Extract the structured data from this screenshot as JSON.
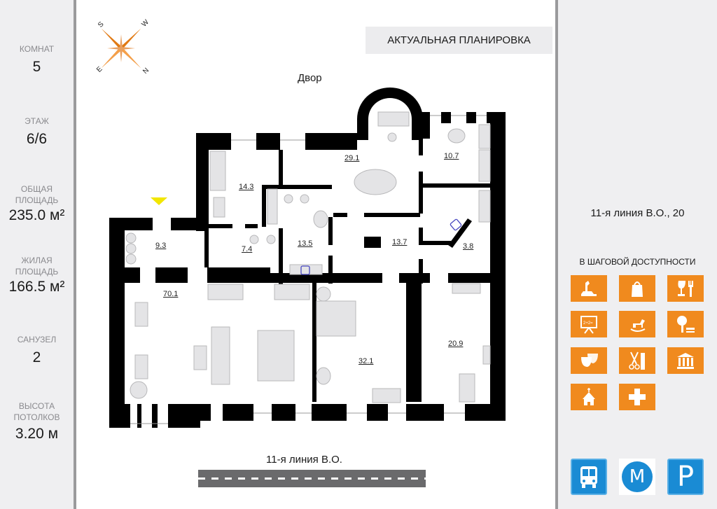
{
  "stats": [
    {
      "label": "КОМНАТ",
      "value": "5"
    },
    {
      "label": "ЭТАЖ",
      "value": "6/6"
    },
    {
      "label": "ОБЩАЯ ПЛОЩАДЬ",
      "label_lines": [
        "ОБЩАЯ",
        "ПЛОЩАДЬ"
      ],
      "value": "235.0 м²"
    },
    {
      "label": "ЖИЛАЯ ПЛОЩАДЬ",
      "label_lines": [
        "ЖИЛАЯ",
        "ПЛОЩАДЬ"
      ],
      "value": "166.5 м²"
    },
    {
      "label": "САНУЗЕЛ",
      "value": "2"
    },
    {
      "label": "ВЫСОТА ПОТОЛКОВ",
      "label_lines": [
        "ВЫСОТА",
        "ПОТОЛКОВ"
      ],
      "value": "3.20 м"
    }
  ],
  "header": {
    "plan_title": "АКТУАЛЬНАЯ ПЛАНИРОВКА"
  },
  "compass": {
    "labels": {
      "top_left": "S",
      "top_right": "W",
      "bottom_left": "E",
      "bottom_right": "N"
    }
  },
  "plan": {
    "courtyard_label": "Двор",
    "street_label": "11-я линия В.О.",
    "rooms": [
      {
        "area": "14.3"
      },
      {
        "area": "29.1"
      },
      {
        "area": "10.7"
      },
      {
        "area": "9.3"
      },
      {
        "area": "7.4"
      },
      {
        "area": "13.5"
      },
      {
        "area": "13.7"
      },
      {
        "area": "3.8"
      },
      {
        "area": "70.1"
      },
      {
        "area": "32.1"
      },
      {
        "area": "20.9"
      }
    ]
  },
  "info": {
    "address": "11-я линия В.О., 20",
    "nearby_title": "В ШАГОВОЙ ДОСТУПНОСТИ",
    "nearby_icons": [
      "monument-icon",
      "shopping-bag-icon",
      "restaurant-icon",
      "school-icon",
      "kindergarten-icon",
      "park-icon",
      "theater-icon",
      "hair-salon-icon",
      "museum-icon",
      "church-icon",
      "medical-icon"
    ],
    "transport_icons": [
      "bus-icon",
      "metro-icon",
      "parking-icon"
    ],
    "metro_letter": "M",
    "parking_letter": "P"
  },
  "colors": {
    "accent_orange": "#f08a1e",
    "transport_blue": "#1a8bd4",
    "panel_bg": "#efeff1",
    "wall": "#000000"
  }
}
